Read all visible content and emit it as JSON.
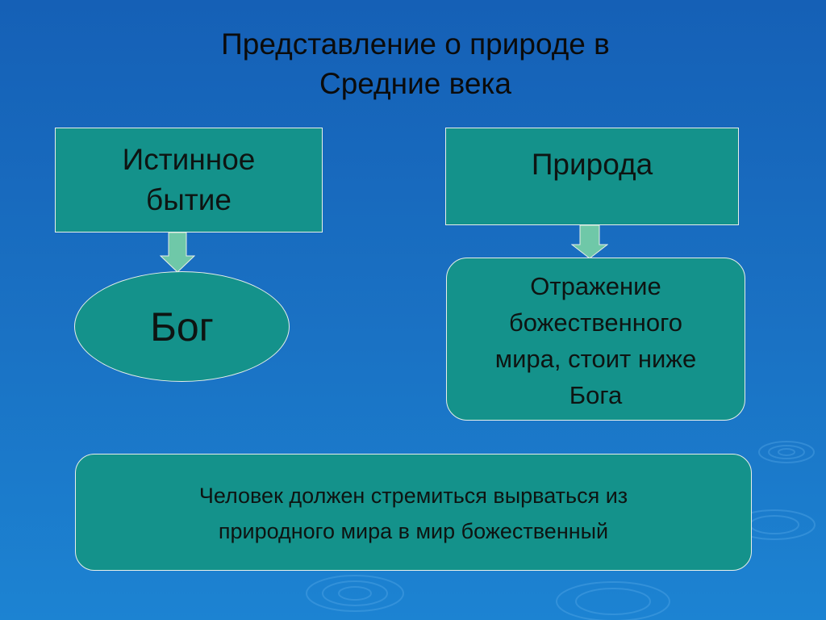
{
  "slide": {
    "title_line1": "Представление о природе в",
    "title_line2": "Средние века"
  },
  "diagram": {
    "left_box": {
      "line1": "Истинное",
      "line2": "бытие"
    },
    "left_result": "Бог",
    "right_box": "Природа",
    "right_result": {
      "line1": "Отражение",
      "line2": "божественного",
      "line3": "мира, стоит ниже",
      "line4": "Бога"
    },
    "conclusion": {
      "line1": "Человек должен стремиться вырваться из",
      "line2": "природного мира в мир божественный"
    }
  },
  "colors": {
    "background_top": "#1560b6",
    "background_bottom": "#1c83d2",
    "shape_fill": "#14928b",
    "arrow_fill": "#6fc8a8",
    "text": "#0e1412"
  }
}
